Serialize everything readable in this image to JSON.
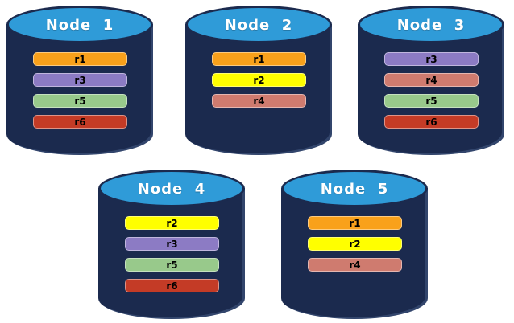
{
  "diagram": {
    "background_color": "#FFFFFF",
    "cylinder": {
      "body_color": "#1B2A4E",
      "top_color": "#2F9BD8",
      "label_color": "#FFFFFF"
    },
    "bar_text_color": "#000000",
    "replica_colors": {
      "r1": "#F9A11B",
      "r2": "#FFFF00",
      "r3": "#8C7BC4",
      "r4": "#CF7B6F",
      "r5": "#98C98B",
      "r6": "#C43B26"
    },
    "nodes": [
      {
        "label": "Node  1",
        "replicas": [
          "r1",
          "r3",
          "r5",
          "r6"
        ]
      },
      {
        "label": "Node  2",
        "replicas": [
          "r1",
          "r2",
          "r4"
        ]
      },
      {
        "label": "Node  3",
        "replicas": [
          "r3",
          "r4",
          "r5",
          "r6"
        ]
      },
      {
        "label": "Node  4",
        "replicas": [
          "r2",
          "r3",
          "r5",
          "r6"
        ]
      },
      {
        "label": "Node  5",
        "replicas": [
          "r1",
          "r2",
          "r4"
        ]
      }
    ]
  }
}
